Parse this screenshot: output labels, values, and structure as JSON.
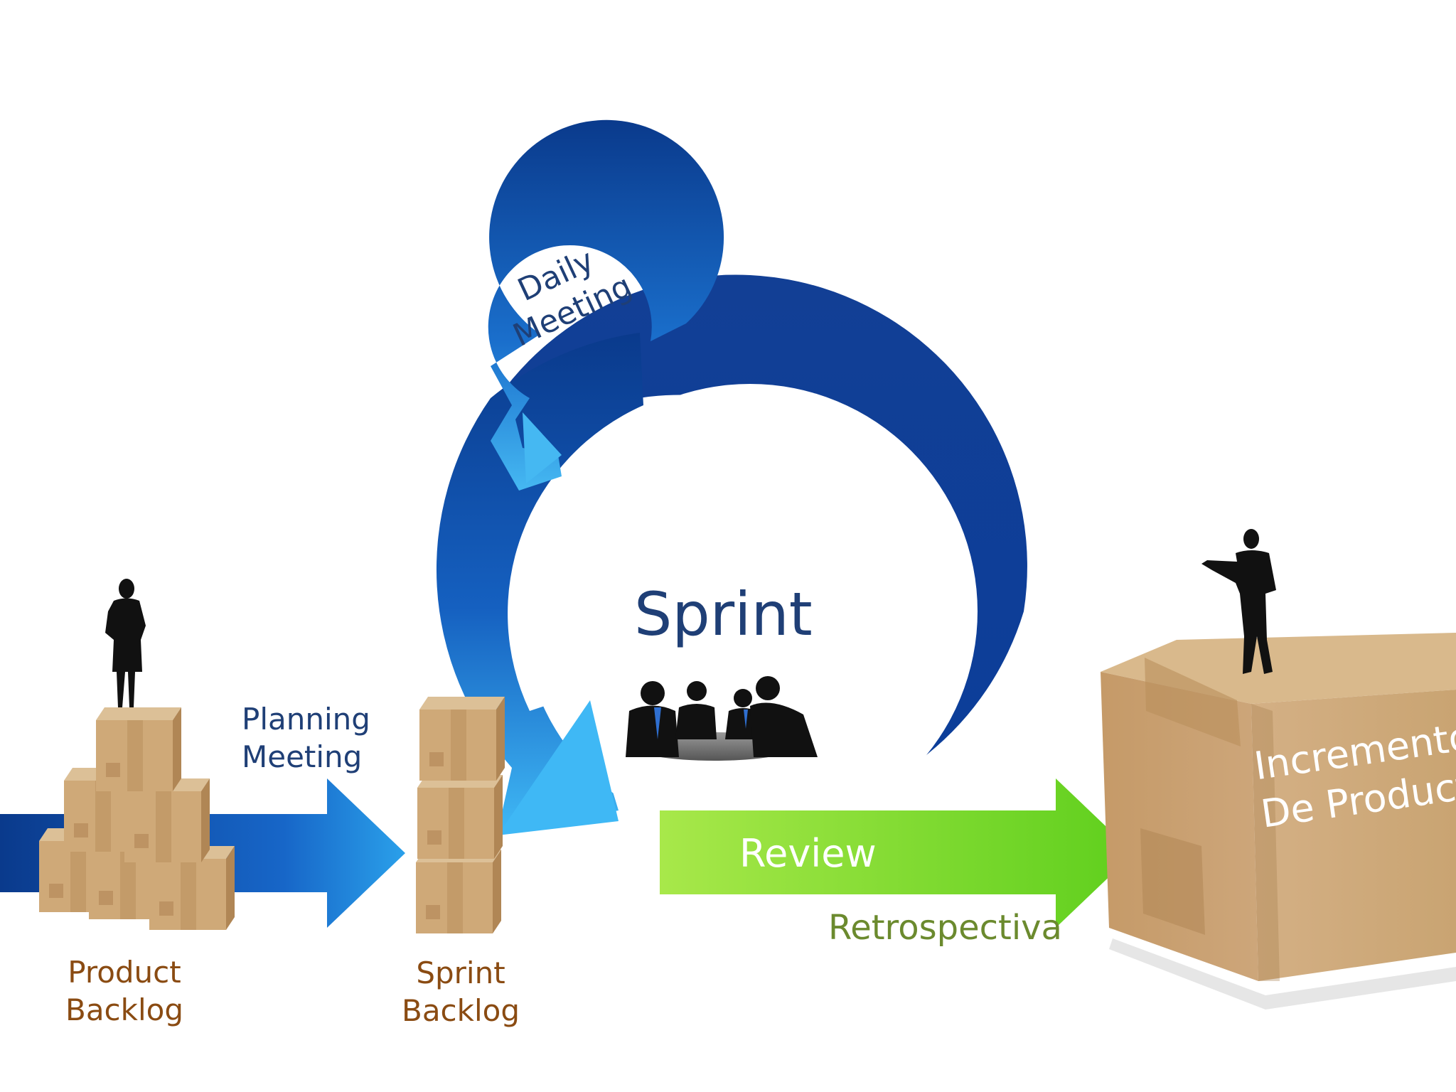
{
  "diagram": {
    "product_backlog": [
      "Product",
      "Backlog"
    ],
    "planning_meeting": [
      "Planning",
      "Meeting"
    ],
    "sprint_backlog": [
      "Sprint",
      "Backlog"
    ],
    "daily_meeting": [
      "Daily",
      "Meeting"
    ],
    "sprint": "Sprint",
    "review": "Review",
    "retrospectiva": "Retrospectiva",
    "increment": [
      "Incremento",
      "De Producto"
    ]
  },
  "colors": {
    "blue_dark": "#0a3a8c",
    "blue_mid": "#1560c0",
    "blue_light": "#3fb0f0",
    "green_light": "#a6e34a",
    "green_dark": "#5fcf1d",
    "box_tan": "#cfa978",
    "box_side": "#b88f5d",
    "box_shadow": "#9a7448",
    "text_brown": "#8a4b12",
    "text_navy": "#1f3f76",
    "text_olive": "#6b8a2e",
    "silhouette": "#111111"
  },
  "icons": [
    "woman-silhouette-icon",
    "man-presenter-silhouette-icon",
    "team-meeting-icon",
    "cardboard-box-icon"
  ]
}
